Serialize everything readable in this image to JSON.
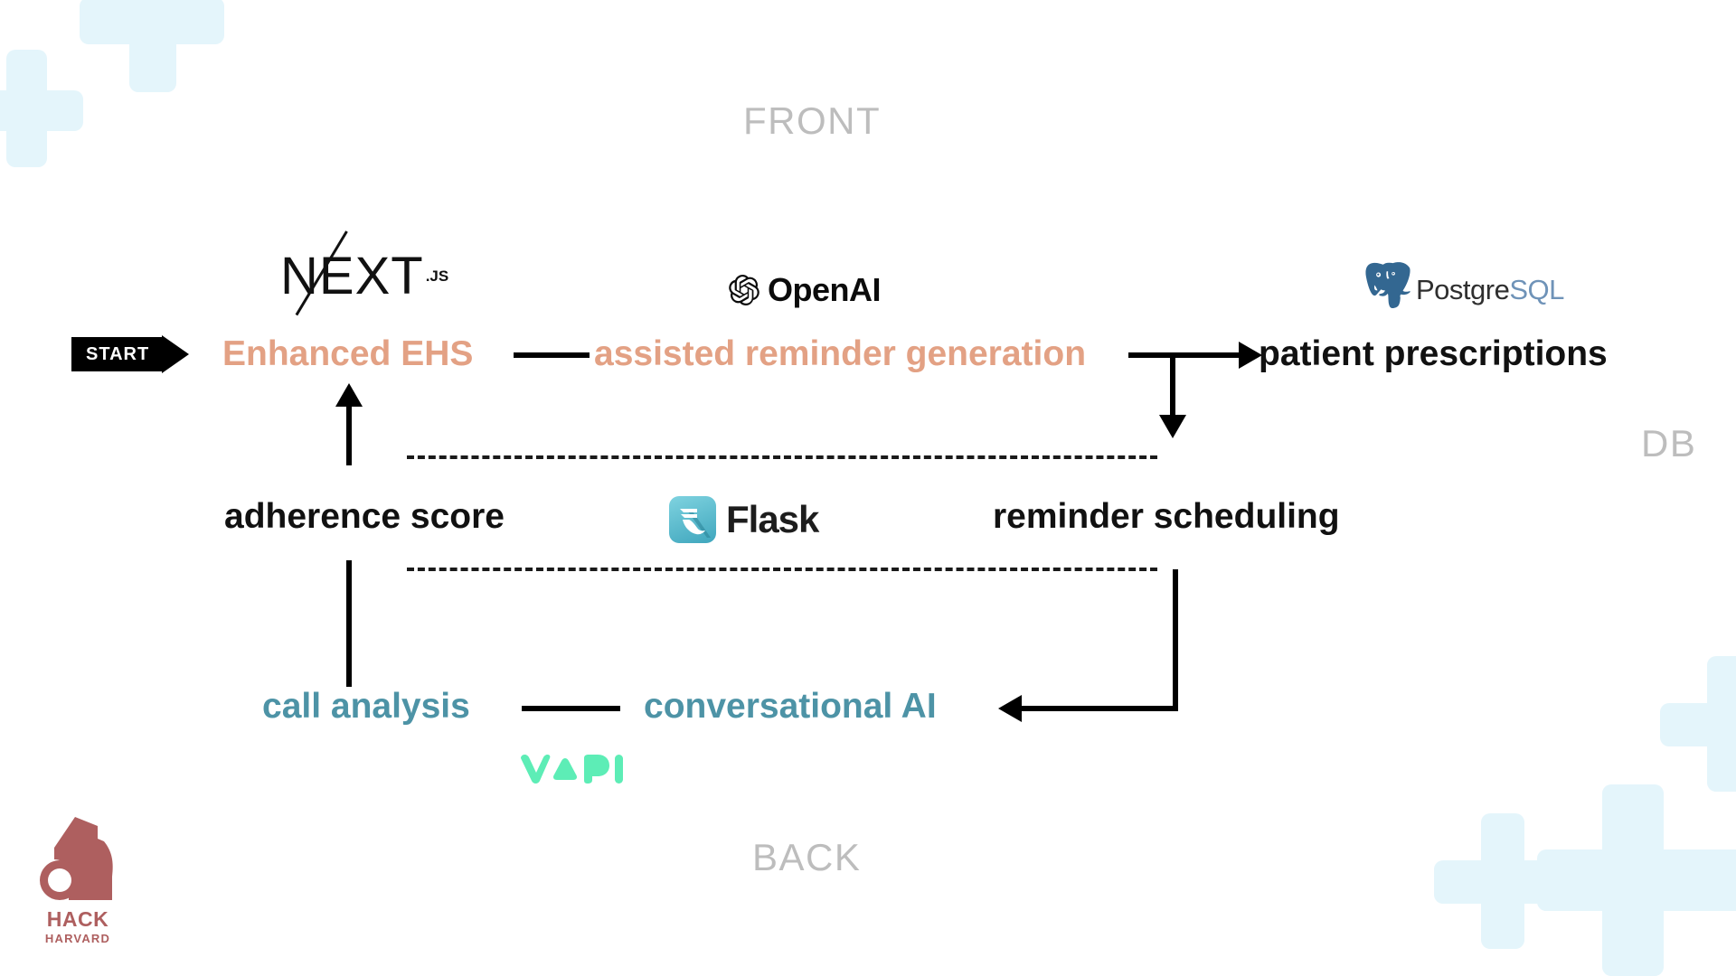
{
  "zones": {
    "front": "FRONT",
    "db": "DB",
    "back": "BACK"
  },
  "start_badge": {
    "label": "START"
  },
  "nodes": {
    "enhanced_ehs": "Enhanced EHS",
    "assisted_reminder_generation": "assisted reminder generation",
    "patient_prescriptions": "patient prescriptions",
    "adherence_score": "adherence score",
    "reminder_scheduling": "reminder scheduling",
    "call_analysis": "call analysis",
    "conversational_ai": "conversational AI"
  },
  "logos": {
    "nextjs": {
      "word": "NEXT",
      "suffix": ".JS"
    },
    "openai": {
      "word": "OpenAI"
    },
    "postgres": {
      "word_dark": "Postgre",
      "word_blue": "SQL"
    },
    "flask": {
      "word": "Flask"
    },
    "vapi": {
      "word": "VAPI"
    },
    "hackharvard": {
      "line1": "HACK",
      "line2": "HARVARD"
    }
  },
  "colors": {
    "salmon": "#E3A184",
    "teal": "#4D93A6",
    "dark": "#111111",
    "zone_gray": "#BDBDBD",
    "cross_blue": "#E4F5FB",
    "vapi_green": "#5DEDB6",
    "hackharvard_red": "#AE5F5F",
    "postgres_blue": "#6F93B8",
    "flask_teal": "#3FA6BD"
  }
}
